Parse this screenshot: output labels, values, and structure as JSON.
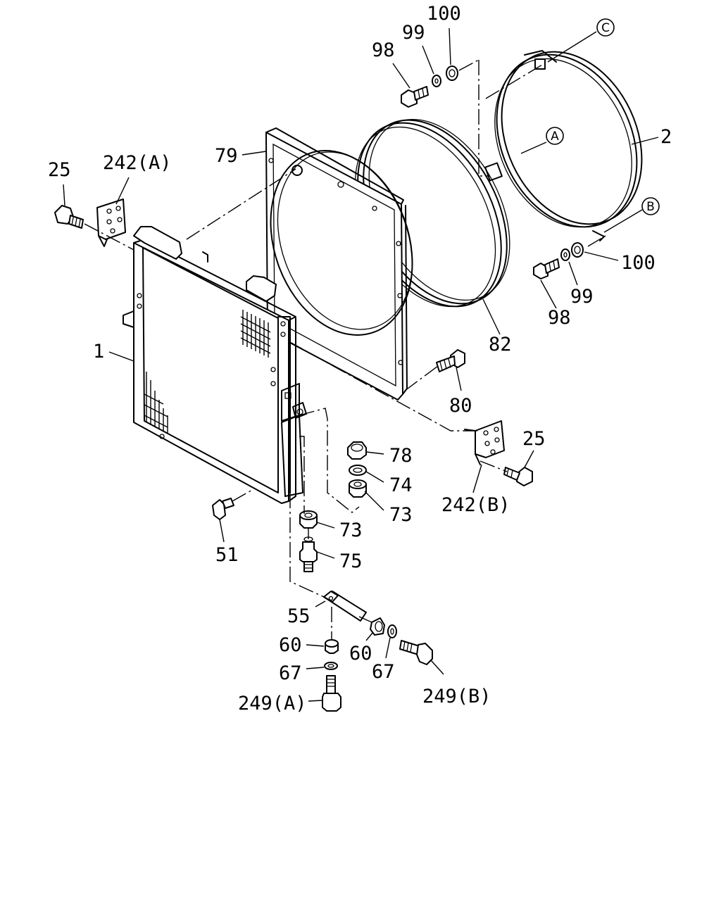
{
  "callouts": {
    "c98_top": "98",
    "c99_top": "99",
    "c100_top": "100",
    "c2": "2",
    "c100_right": "100",
    "c99_right": "99",
    "c98_right": "98",
    "c82": "82",
    "c79": "79",
    "c25_left": "25",
    "c242a": "242(A)",
    "c1": "1",
    "c80": "80",
    "c25_right": "25",
    "c242b": "242(B)",
    "c78": "78",
    "c74": "74",
    "c73_right": "73",
    "c73_mid": "73",
    "c75": "75",
    "c51": "51",
    "c55": "55",
    "c60_left": "60",
    "c60_right": "60",
    "c67_left": "67",
    "c67_right": "67",
    "c249a": "249(A)",
    "c249b": "249(B)"
  },
  "ref_markers": {
    "a": "A",
    "b": "B",
    "c": "C"
  }
}
